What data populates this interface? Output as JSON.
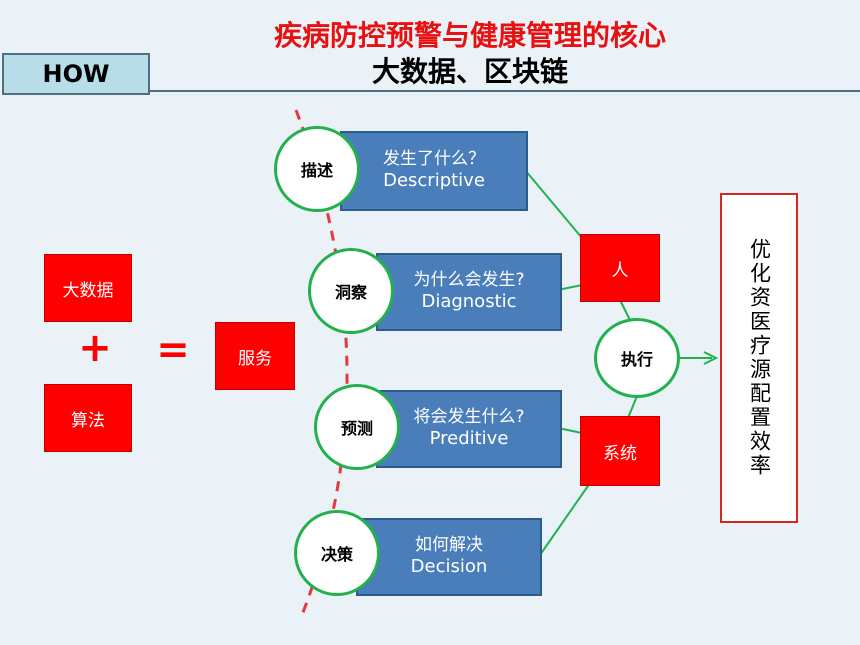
{
  "header": {
    "tag": "HOW",
    "title_line1": "疾病防控预警与健康管理的核心",
    "title_line2": "大数据、区块链"
  },
  "equation": {
    "big_data": "大数据",
    "plus": "+",
    "algorithm": "算法",
    "equals": "=",
    "service": "服务"
  },
  "stages": [
    {
      "circle": "描述",
      "question": "发生了什么？",
      "english": "Descriptive"
    },
    {
      "circle": "洞察",
      "question": "为什么会发生?",
      "english": "Diagnostic"
    },
    {
      "circle": "预测",
      "question": "将会发生什么?",
      "english": "Preditive"
    },
    {
      "circle": "决策",
      "question": "如何解决",
      "english": "Decision"
    }
  ],
  "execution": {
    "people": "人",
    "hub": "执行",
    "system": "系统"
  },
  "outcome": "优化资医疗源配置效率",
  "colors": {
    "accent_red": "#ff0000",
    "box_blue": "#4a7ebb",
    "connector_green": "#22b14c",
    "background": "#eaf2f8"
  }
}
